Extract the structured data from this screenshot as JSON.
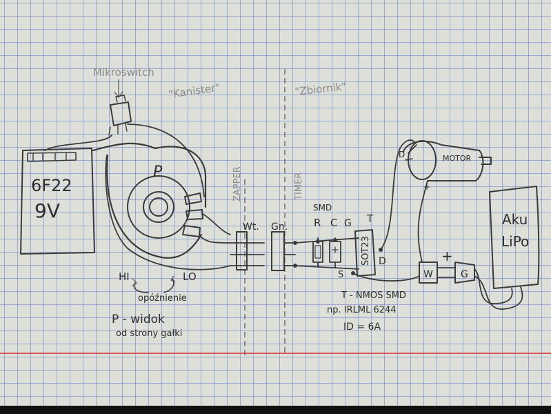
{
  "labels": {
    "battery_type": "6F22",
    "battery_voltage": "9V",
    "microswitch": "Mikroswitch",
    "kanister": "\"Kanister\"",
    "zbiornik": "\"Zbiornik\"",
    "pot_label": "P",
    "zapper": "ZAPPER",
    "timer": "TIMER",
    "connector_wt": "Wt.",
    "connector_gn": "Gn.",
    "smd": "SMD",
    "r": "R",
    "c": "C",
    "g": "G",
    "t": "T",
    "sot23": "SOT23",
    "d": "D",
    "s": "S",
    "motor": "MOTOR",
    "motor_d": "D",
    "motor_plus": "+",
    "w": "W",
    "gn": "G",
    "plus": "+",
    "akku_1": "Aku",
    "akku_2": "LiPo",
    "hi": "HI",
    "lo": "LO",
    "delay": "opóźnienie",
    "view_1": "P - widok",
    "view_2": "od strony gałki",
    "transistor_1": "T - NMOS SMD",
    "transistor_2": "np. IRLML 6244",
    "transistor_3": "ID = 6A"
  },
  "colors": {
    "paper": "#dedfd9",
    "grid": "#6078c8",
    "ink": "#3a3a3a",
    "margin_line": "#d8545a"
  }
}
